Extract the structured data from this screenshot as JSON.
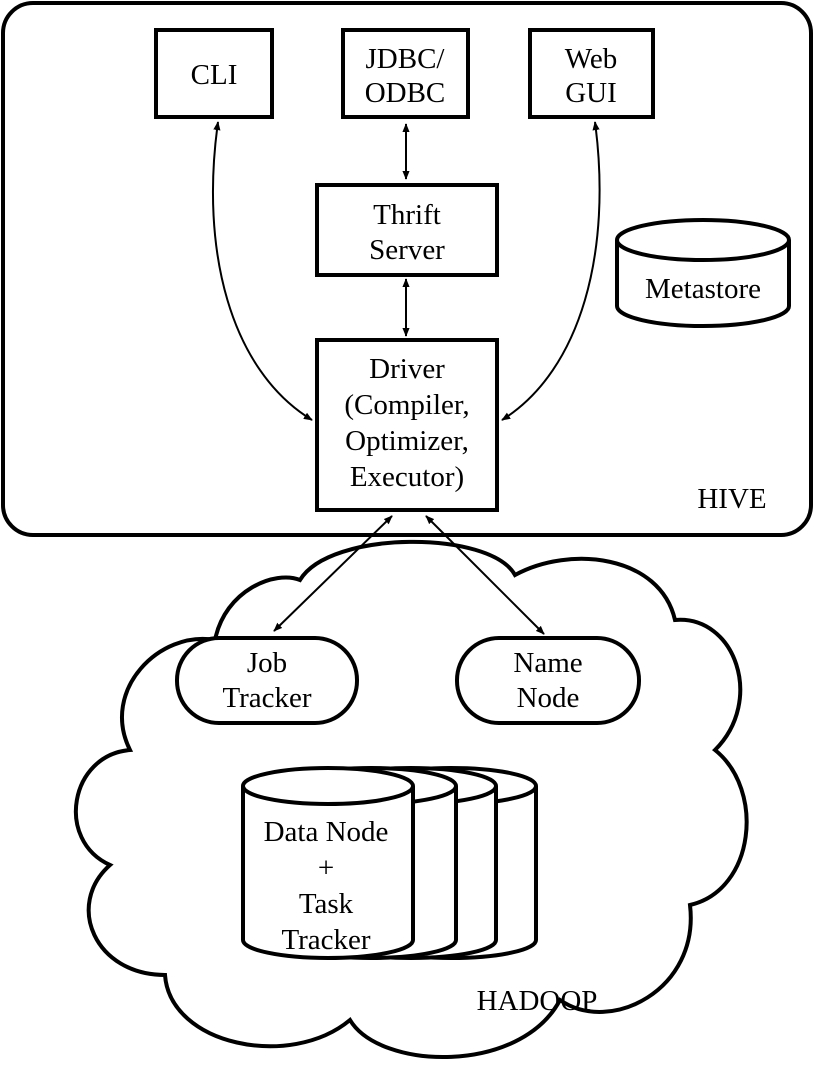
{
  "hive": {
    "label": "HIVE",
    "cli": "CLI",
    "jdbc": [
      "JDBC/",
      "ODBC"
    ],
    "webgui": [
      "Web",
      "GUI"
    ],
    "thrift": [
      "Thrift",
      "Server"
    ],
    "metastore": "Metastore",
    "driver": [
      "Driver",
      "(Compiler,",
      "Optimizer,",
      "Executor)"
    ]
  },
  "hadoop": {
    "label": "HADOOP",
    "jobtracker": [
      "Job",
      "Tracker"
    ],
    "namenode": [
      "Name",
      "Node"
    ],
    "datanode": [
      "Data Node",
      "+",
      "Task",
      "Tracker"
    ]
  }
}
